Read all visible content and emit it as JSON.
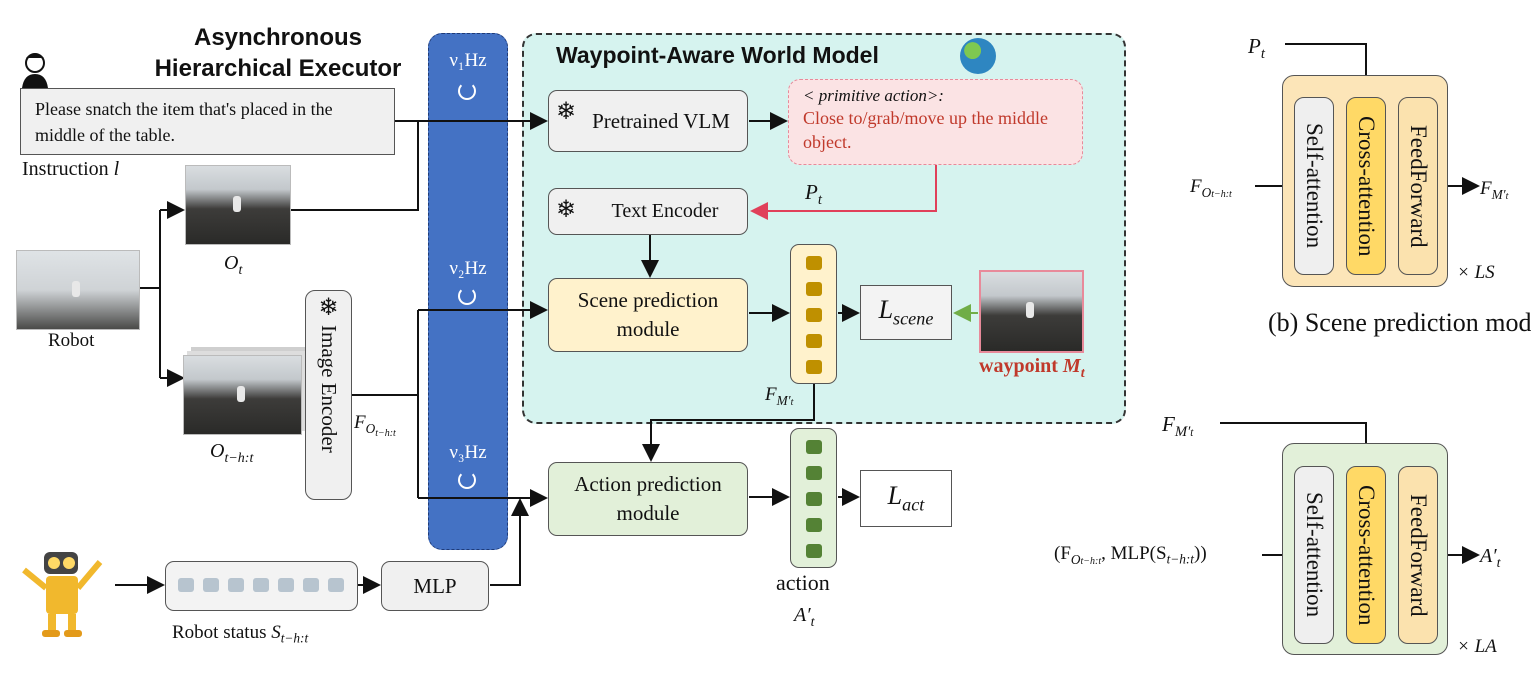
{
  "headings": {
    "executor": "Asynchronous Hierarchical Executor",
    "world_model": "Waypoint-Aware World Model"
  },
  "instruction": {
    "text": "Please snatch the item that's placed in the middle of the table.",
    "caption": "Instruction",
    "caption_var": "l"
  },
  "robot_label": "Robot",
  "obs": {
    "current": "O",
    "current_sub": "t",
    "history": "O",
    "history_sub": "t−h:t"
  },
  "image_encoder": "Image Encoder",
  "feature_obs": {
    "base": "F",
    "sub": "O",
    "subsub": "t−h:t"
  },
  "freq": {
    "v1": "ν₁Hz",
    "v2": "ν₂Hz",
    "v3": "ν₃Hz"
  },
  "vlm": "Pretrained VLM",
  "primitive": {
    "tag": "< primitive action>:",
    "text": "Close to/grab/move up the middle object."
  },
  "pt_label": {
    "base": "P",
    "sub": "t"
  },
  "text_encoder": "Text Encoder",
  "scene_module": "Scene prediction module",
  "loss_scene": {
    "base": "L",
    "sub": "scene"
  },
  "waypoint": {
    "text": "waypoint",
    "var": "M",
    "sub": "t"
  },
  "fm_label": {
    "base": "F",
    "sub": "M′",
    "subsub": "t"
  },
  "action_module": "Action prediction module",
  "loss_act": {
    "base": "L",
    "sub": "act"
  },
  "action_word": "action",
  "action_var": {
    "base": "A′",
    "sub": "t"
  },
  "robot_status": {
    "text": "Robot status",
    "base": "S",
    "sub": "t−h:t"
  },
  "mlp": "MLP",
  "panel_b": {
    "title": "(b)  Scene prediction module",
    "input_top": {
      "base": "P",
      "sub": "t"
    },
    "input_left": {
      "base": "F",
      "sub": "O",
      "subsub": "t−h:t"
    },
    "output": {
      "base": "F",
      "sub": "M′",
      "subsub": "t"
    },
    "blocks": [
      "Self-attention",
      "Cross-attention",
      "FeedForward"
    ],
    "repeat": "× LS"
  },
  "panel_c": {
    "input_top": {
      "base": "F",
      "sub": "M′",
      "subsub": "t"
    },
    "input_left": "(F",
    "input_left_sub": "O",
    "input_left_subsub": "t−h:t",
    "input_left_rest": ", MLP(S",
    "input_left_rest_sub": "t−h:t",
    "input_left_end": "))",
    "output": {
      "base": "A′",
      "sub": "t"
    },
    "blocks": [
      "Self-attention",
      "Cross-attention",
      "FeedForward"
    ],
    "repeat": "× LA"
  },
  "colors": {
    "world_model_bg": "#d6f3ef",
    "frequency_column": "#4472c4",
    "scene_token": "#bf9000",
    "action_token": "#548235",
    "primitive_text": "#c0392b",
    "waypoint_frame": "#e88a9a",
    "green_arrow": "#70ad47"
  }
}
